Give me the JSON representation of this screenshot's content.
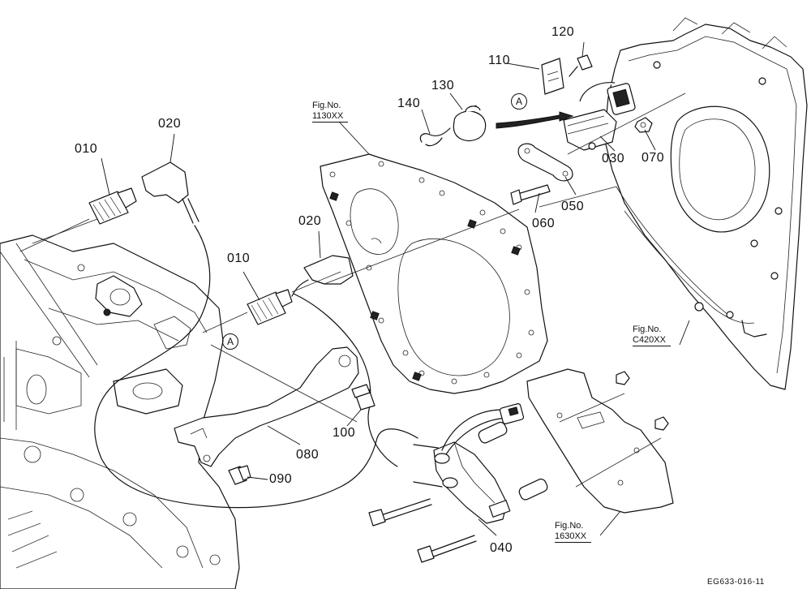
{
  "callouts": {
    "p010a": "010",
    "p020a": "020",
    "p010b": "010",
    "p020b": "020",
    "p030": "030",
    "p040": "040",
    "p050": "050",
    "p060": "060",
    "p070": "070",
    "p080": "080",
    "p090": "090",
    "p100": "100",
    "p110": "110",
    "p120": "120",
    "p130": "130",
    "p140": "140"
  },
  "figure_refs": {
    "f1130": {
      "label": "Fig.No.",
      "code": "1130XX"
    },
    "fc420": {
      "label": "Fig.No.",
      "code": "C420XX"
    },
    "f1630": {
      "label": "Fig.No.",
      "code": "1630XX"
    }
  },
  "markers": {
    "a_top": "A",
    "a_left": "A"
  },
  "drawing_code": "EG633-016-11"
}
